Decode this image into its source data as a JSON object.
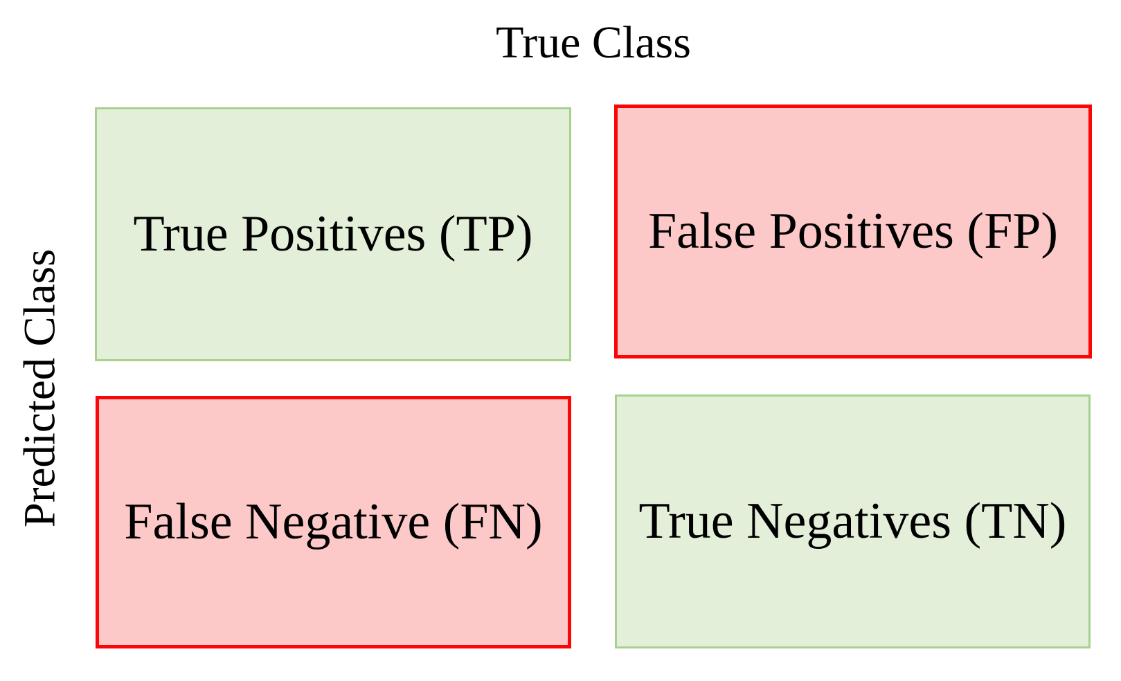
{
  "figure": {
    "title": "True Class",
    "side_label": "Predicted Class",
    "type": "confusion-matrix",
    "cells": [
      {
        "key": "tp",
        "row": "positive-prediction",
        "column": "positive-class",
        "label": "True Positives (TP)",
        "outcome": "correct"
      },
      {
        "key": "fp",
        "row": "positive-prediction",
        "column": "negative-class",
        "label": "False Positives (FP)",
        "outcome": "incorrect"
      },
      {
        "key": "fn",
        "row": "negative-prediction",
        "column": "positive-class",
        "label": "False Negative (FN)",
        "outcome": "incorrect"
      },
      {
        "key": "tn",
        "row": "negative-prediction",
        "column": "negative-class",
        "label": "True Negatives (TN)",
        "outcome": "correct"
      }
    ],
    "colors": {
      "correct_fill": "#e3efd9",
      "correct_border": "#a9d18e",
      "incorrect_fill": "#fdc8c8",
      "incorrect_border": "#fb0606",
      "text_color": "#000000",
      "bg_color": "#ffffff"
    }
  }
}
